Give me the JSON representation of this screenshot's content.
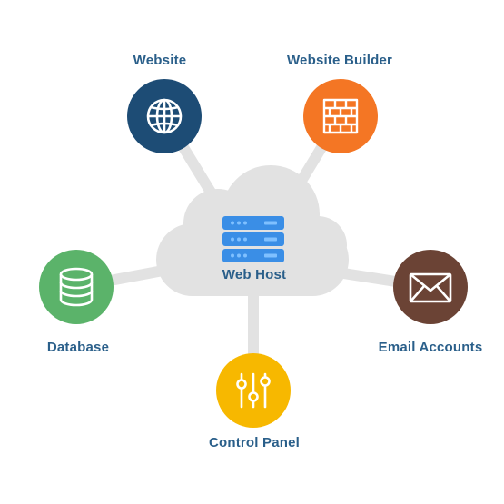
{
  "colors": {
    "label": "#2a5f8a",
    "connector": "#e2e2e2",
    "cloud": "#e2e2e2",
    "website": "#1d4c75",
    "website_builder": "#f47624",
    "database": "#5bb36a",
    "email_accounts": "#6b4335",
    "control_panel": "#f7b800",
    "server": "#3a8ee6",
    "server_light": "#7fc0ff",
    "icon_stroke": "#ffffff"
  },
  "hub": {
    "label": "Web Host",
    "icon": "server-stack-icon"
  },
  "nodes": {
    "website": {
      "label": "Website",
      "icon": "globe-icon"
    },
    "website_builder": {
      "label": "Website Builder",
      "icon": "brick-wall-icon"
    },
    "database": {
      "label": "Database",
      "icon": "database-icon"
    },
    "email_accounts": {
      "label": "Email Accounts",
      "icon": "envelope-icon"
    },
    "control_panel": {
      "label": "Control Panel",
      "icon": "sliders-icon"
    }
  }
}
